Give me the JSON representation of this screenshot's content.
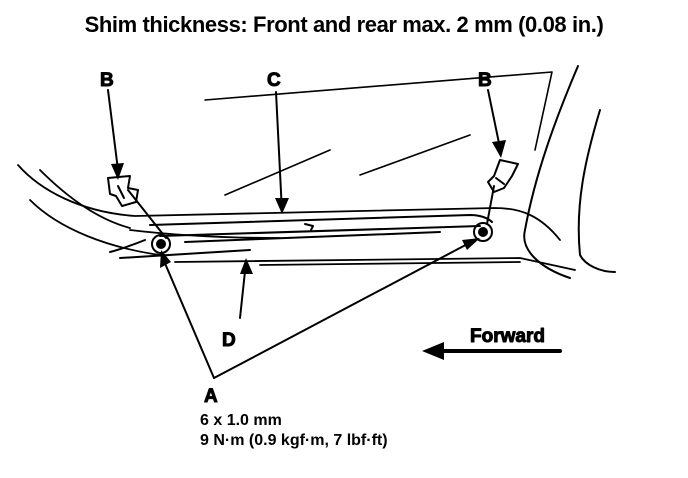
{
  "heading": "Shim thickness:  Front and rear max. 2 mm (0.08 in.)",
  "callouts": {
    "a": "A",
    "b_left": "B",
    "b_right": "B",
    "c": "C",
    "d": "D"
  },
  "direction_label": "Forward",
  "bolt_spec": {
    "size": "6 x 1.0 mm",
    "torque": "9 N·m (0.9 kgf·m, 7 lbf·ft)"
  }
}
